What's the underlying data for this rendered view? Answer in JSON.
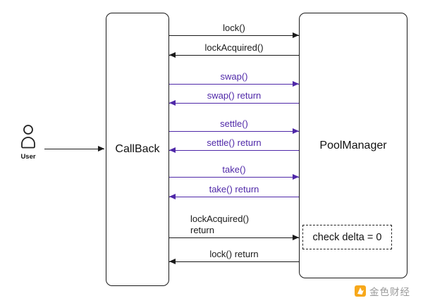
{
  "diagram": {
    "actor": {
      "label": "User"
    },
    "participants": [
      {
        "label": "CallBack"
      },
      {
        "label": "PoolManager"
      }
    ],
    "messages": [
      {
        "label": "lock()",
        "direction": "right",
        "color": "black"
      },
      {
        "label": "lockAcquired()",
        "direction": "left",
        "color": "black"
      },
      {
        "label": "swap()",
        "direction": "right",
        "color": "purple"
      },
      {
        "label": "swap() return",
        "direction": "left",
        "color": "purple"
      },
      {
        "label": "settle()",
        "direction": "right",
        "color": "purple"
      },
      {
        "label": "settle() return",
        "direction": "left",
        "color": "purple"
      },
      {
        "label": "take()",
        "direction": "right",
        "color": "purple"
      },
      {
        "label": "take() return",
        "direction": "left",
        "color": "purple"
      },
      {
        "label": "lockAcquired()\nreturn",
        "direction": "right",
        "color": "black"
      },
      {
        "label": "lock() return",
        "direction": "left",
        "color": "black"
      }
    ],
    "note": {
      "label": "check delta = 0"
    },
    "colors": {
      "purple": "#4f28a8",
      "black": "#1a1a1a"
    }
  },
  "watermark": {
    "label": "金色财经"
  }
}
